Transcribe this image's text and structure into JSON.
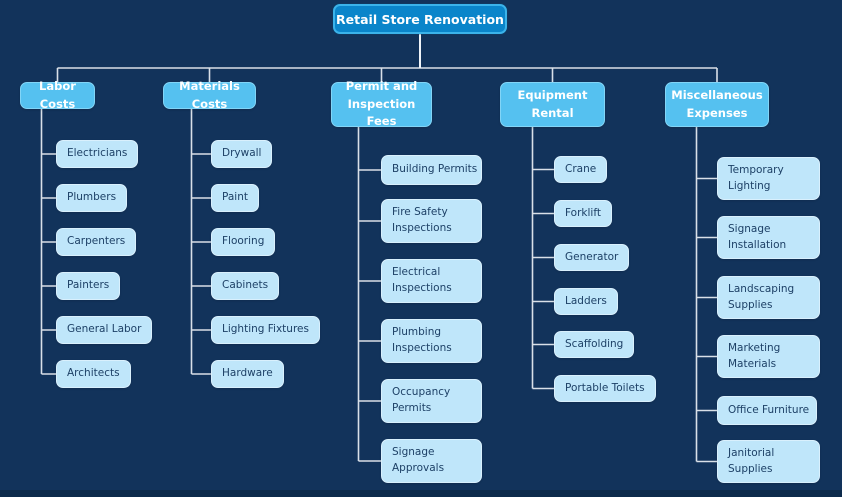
{
  "diagram": {
    "type": "mindmap",
    "root": {
      "label": "Retail Store Renovation"
    },
    "branches": [
      {
        "label": "Labor Costs",
        "children": [
          "Electricians",
          "Plumbers",
          "Carpenters",
          "Painters",
          "General Labor",
          "Architects"
        ]
      },
      {
        "label": "Materials Costs",
        "children": [
          "Drywall",
          "Paint",
          "Flooring",
          "Cabinets",
          "Lighting Fixtures",
          "Hardware"
        ]
      },
      {
        "label": "Permit and Inspection Fees",
        "children": [
          "Building Permits",
          "Fire Safety Inspections",
          "Electrical Inspections",
          "Plumbing Inspections",
          "Occupancy Permits",
          "Signage Approvals"
        ]
      },
      {
        "label": "Equipment Rental",
        "children": [
          "Crane",
          "Forklift",
          "Generator",
          "Ladders",
          "Scaffolding",
          "Portable Toilets"
        ]
      },
      {
        "label": "Miscellaneous Expenses",
        "children": [
          "Temporary Lighting",
          "Signage Installation",
          "Landscaping Supplies",
          "Marketing Materials",
          "Office Furniture",
          "Janitorial Supplies"
        ]
      }
    ]
  },
  "colors": {
    "background": "#12335b",
    "bottom_strip": "#0c2a4b",
    "root_fill": "#0a85ca",
    "root_border": "#3bb3ea",
    "branch_fill": "#55c1f0",
    "branch_border": "#82d5f7",
    "leaf_fill": "#bfe6fa",
    "leaf_border": "#d9f0fd",
    "leaf_text": "#1d4066",
    "connector": "#d9e0e8",
    "root_connector": "#eff4f9"
  }
}
